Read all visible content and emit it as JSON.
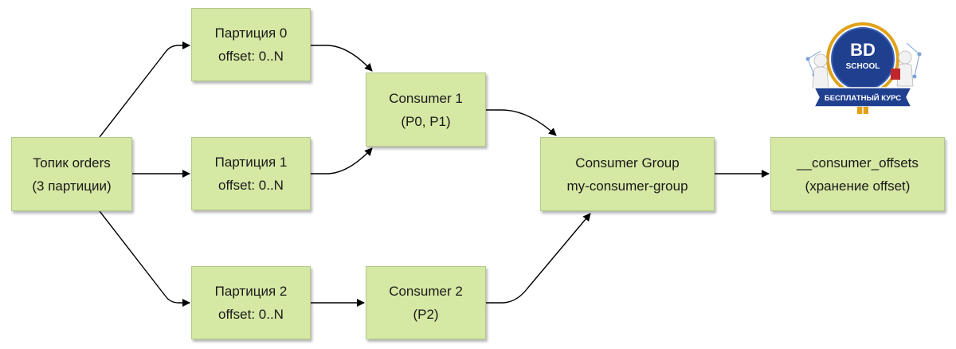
{
  "nodes": {
    "topic": {
      "line1": "Топик orders",
      "line2": "(3 партиции)"
    },
    "p0": {
      "line1": "Партиция 0",
      "line2": "offset: 0..N"
    },
    "p1": {
      "line1": "Партиция 1",
      "line2": "offset: 0..N"
    },
    "p2": {
      "line1": "Партиция 2",
      "line2": "offset: 0..N"
    },
    "c1": {
      "line1": "Consumer 1",
      "line2": "(P0, P1)"
    },
    "c2": {
      "line1": "Consumer 2",
      "line2": "(P2)"
    },
    "group": {
      "line1": "Consumer Group",
      "line2": "my-consumer-group"
    },
    "offsets": {
      "line1": "__consumer_offsets",
      "line2": "(хранение offset)"
    }
  },
  "edges": [
    {
      "from": "topic",
      "to": "p0"
    },
    {
      "from": "topic",
      "to": "p1"
    },
    {
      "from": "topic",
      "to": "p2"
    },
    {
      "from": "p0",
      "to": "c1"
    },
    {
      "from": "p1",
      "to": "c1"
    },
    {
      "from": "p2",
      "to": "c2"
    },
    {
      "from": "c1",
      "to": "group"
    },
    {
      "from": "c2",
      "to": "group"
    },
    {
      "from": "group",
      "to": "offsets"
    }
  ],
  "logo": {
    "line1": "BD",
    "line2": "SCHOOL",
    "ribbon": "БЕСПЛАТНЫЙ КУРС"
  },
  "colors": {
    "node_fill": "#d5e8a4",
    "node_border": "#b3c98a",
    "edge": "#000000",
    "logo_blue": "#1f3f8f",
    "logo_gold": "#e0a21a"
  }
}
